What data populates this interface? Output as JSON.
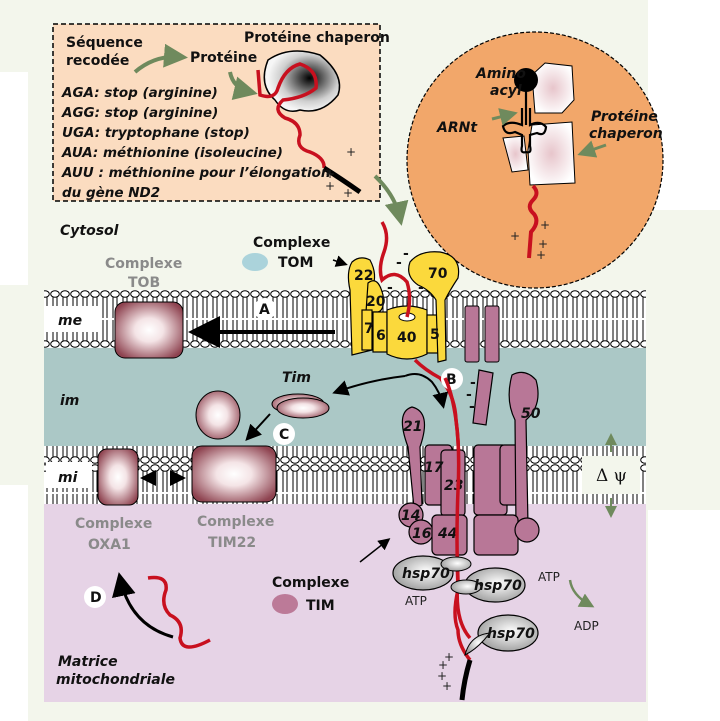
{
  "colors": {
    "background": "#f3f6ec",
    "box_fill": "#fbdcc0",
    "cytosol": "#f3f6ec",
    "intermembrane": "#abc8c6",
    "matrix": "#e6d3e6",
    "orange_circle": "#f2a76a",
    "tom_yellow": "#fbd93c",
    "tim_mauve": "#b87797",
    "tob_maroon": "#8e4350",
    "red_chain": "#c8101f",
    "green_arrow": "#6f8a5d",
    "hsp70_grey": "#b9b9b9",
    "legend_tom": "#abd3db",
    "legend_tim": "#bc7a98"
  },
  "inset_box": {
    "title_sequence": "Séquence",
    "title_sequence_2": "recodée",
    "protein_label": "Protéine",
    "chaperone_label": "Protéine chaperon",
    "codons": [
      "AGA: stop (arginine)",
      "AGG: stop (arginine)",
      "UGA: tryptophane (stop)",
      "AUA: méthionine (isoleucine)",
      "AUU : méthionine pour l’élongation",
      "du gène ND2"
    ],
    "charges": [
      "+",
      "+",
      "+",
      "+"
    ]
  },
  "inset_circle": {
    "amino_label_1": "Amino",
    "amino_label_2": "acyl",
    "trna_label": "ARNt",
    "chaperone_label_1": "Protéine",
    "chaperone_label_2": "chaperon",
    "charges": [
      "+",
      "+",
      "+",
      "+"
    ]
  },
  "compartments": {
    "cytosol": "Cytosol",
    "outer_membrane": "me",
    "intermembrane_space": "im",
    "inner_membrane": "mi",
    "matrix_1": "Matrice",
    "matrix_2": "mitochondriale"
  },
  "complexes": {
    "tob_1": "Complexe",
    "tob_2": "TOB",
    "tom_1": "Complexe",
    "tom_2": "TOM",
    "oxa1_1": "Complexe",
    "oxa1_2": "OXA1",
    "tim22_1": "Complexe",
    "tim22_2": "TIM22",
    "tim_1": "Complexe",
    "tim_2": "TIM",
    "tim_small": "Tim"
  },
  "tom_subunits": [
    "22",
    "20",
    "7",
    "6",
    "40",
    "5",
    "70"
  ],
  "tim_subunits": [
    "21",
    "17",
    "23",
    "50",
    "14",
    "16",
    "44"
  ],
  "pathways": [
    "A",
    "B",
    "C",
    "D"
  ],
  "membrane_potential": "Δ ψ",
  "hsp70": {
    "label": "hsp70",
    "atp": "ATP",
    "adp": "ADP"
  },
  "charges_minus": [
    "-",
    "-",
    "-",
    "-",
    "-",
    "-",
    "-"
  ],
  "charges_plus": [
    "+",
    "+",
    "+",
    "+"
  ]
}
